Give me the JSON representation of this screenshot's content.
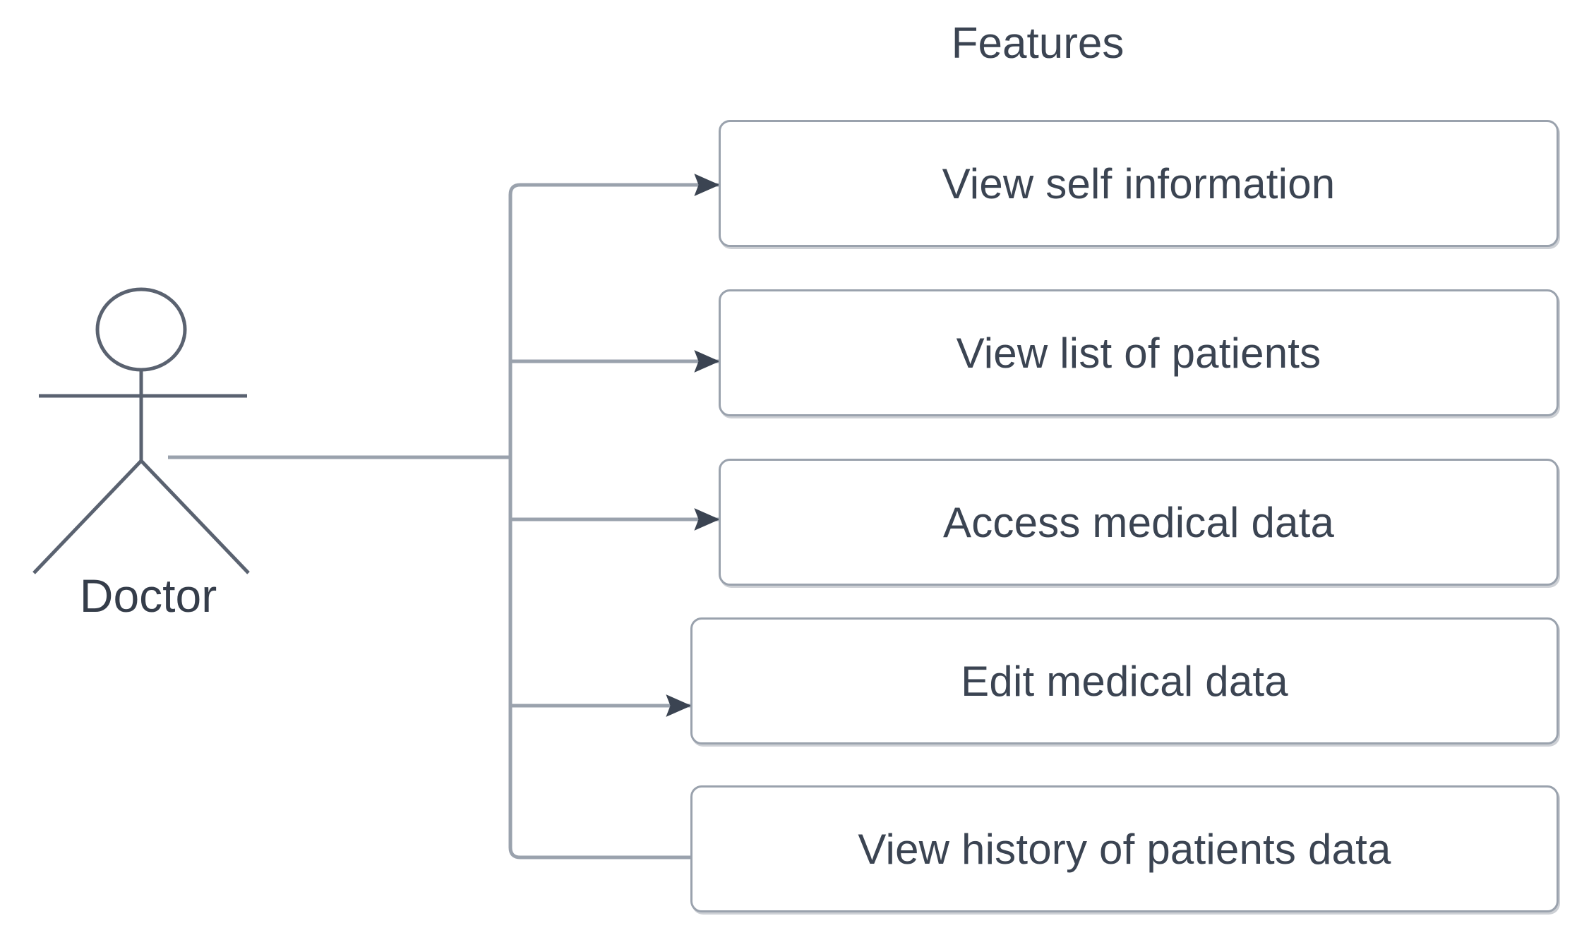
{
  "diagram": {
    "kind": "uml-use-case-diagram",
    "title": "Features",
    "background_color": "#ffffff",
    "line_color": "#9aa2ad",
    "arrow_color": "#3b4452",
    "text_color": "#3b4452",
    "box_fill": "#ffffff",
    "box_border_color": "#9aa2ad"
  },
  "actor": {
    "name": "Doctor",
    "label": "Doctor",
    "icon": "stick-figure-actor-icon"
  },
  "features_group": {
    "heading": "Features",
    "use_cases": [
      {
        "id": "uc1",
        "label": "View self information"
      },
      {
        "id": "uc2",
        "label": "View list of patients"
      },
      {
        "id": "uc3",
        "label": "Access medical data"
      },
      {
        "id": "uc4",
        "label": "Edit medical data"
      },
      {
        "id": "uc5",
        "label": "View history of patients data"
      }
    ]
  },
  "connections": [
    {
      "from": "Doctor",
      "to": "View self information",
      "arrow": "open-arrow"
    },
    {
      "from": "Doctor",
      "to": "View list of patients",
      "arrow": "open-arrow"
    },
    {
      "from": "Doctor",
      "to": "Access medical data",
      "arrow": "open-arrow"
    },
    {
      "from": "Doctor",
      "to": "Edit medical data",
      "arrow": "open-arrow"
    },
    {
      "from": "Doctor",
      "to": "View history of patients data",
      "arrow": "open-arrow"
    }
  ]
}
